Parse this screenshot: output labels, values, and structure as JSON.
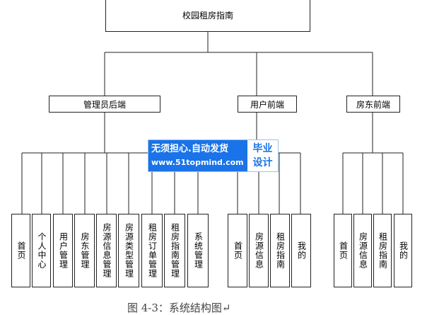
{
  "root": "校园租房指南",
  "level1": [
    "管理员后端",
    "用户前端",
    "房东前端"
  ],
  "admin_leaves": [
    "首页",
    "个人中心",
    "用户管理",
    "房东管理",
    "房源信息管理",
    "房源类型管理",
    "租房订单管理",
    "租房指南管理",
    "系统管理"
  ],
  "user_leaves": [
    "首页",
    "房源信息",
    "租房指南",
    "我的"
  ],
  "landlord_leaves": [
    "首页",
    "房源信息",
    "租房指南",
    "我的"
  ],
  "watermark": {
    "line1": "无须担心.自动发货",
    "line2": "www.51topmind.com",
    "right1": "毕业",
    "right2": "设计"
  },
  "caption": "图 4-3：系统结构图↵",
  "colors": {
    "line": "#222222",
    "watermark_blue": "#1a73e8"
  }
}
